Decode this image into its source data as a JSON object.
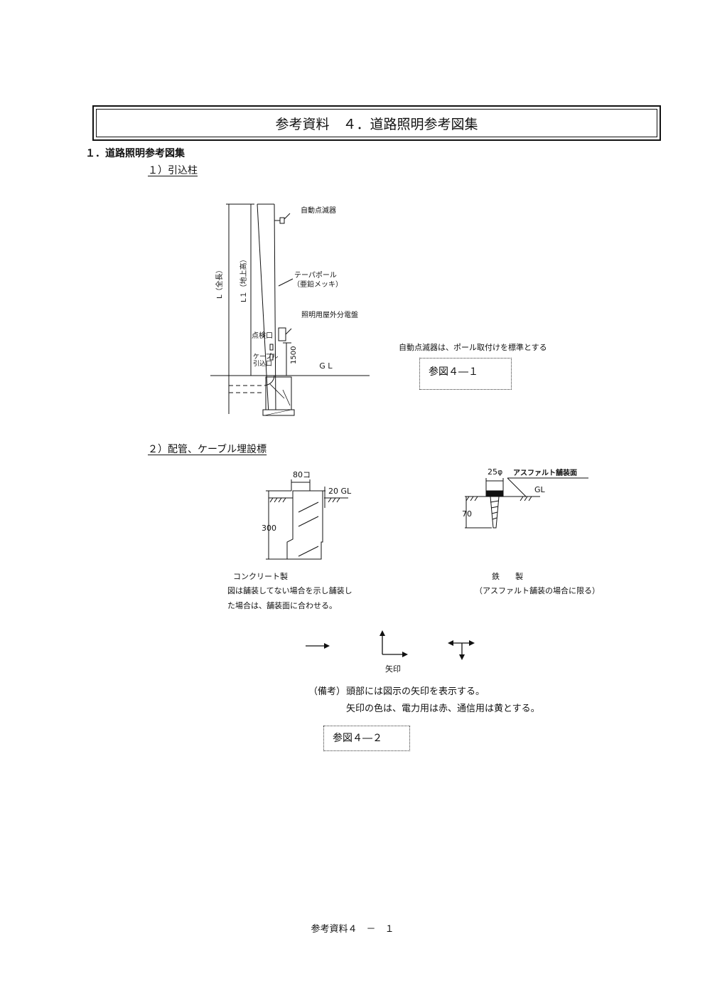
{
  "title": "参考資料　４．道路照明参考図集",
  "section": "１．道路照明参考図集",
  "sub1": "１）引込柱",
  "sub2": "２）配管、ケーブル埋設標",
  "pole": {
    "label_auto_switch": "自動点滅器",
    "label_taper_pole": "テーパポール",
    "label_zinc": "（亜鉛メッキ）",
    "label_panel": "照明用屋外分電盤",
    "label_inspection": "点検口",
    "label_cable_1": "ケーブル",
    "label_cable_2": "引込口",
    "label_L": "L（全長）",
    "label_L1": "L１（地上高）",
    "dim_1500": "1500",
    "label_gl": "ＧＬ"
  },
  "note1": "自動点滅器は、ポール取付けを標準とする",
  "ref1": "参図４―１",
  "concrete": {
    "dim_80": "80コ",
    "dim_20gl": "20 GL",
    "dim_300": "300",
    "caption": "コンクリート製",
    "desc1": "図は舗装してない場合を示し舗装し",
    "desc2": "た場合は、舗装面に合わせる。"
  },
  "iron": {
    "dim_25": "25φ",
    "label_asphalt": "アスファルト舗装面",
    "label_gl": "GL",
    "dim_70": "70",
    "caption": "鉄　　製",
    "desc": "（アスファルト舗装の場合に限る）"
  },
  "arrow_label": "矢印",
  "remark1_prefix": "（備考）",
  "remark1": "頭部には図示の矢印を表示する。",
  "remark2": "矢印の色は、電力用は赤、通信用は黄とする。",
  "ref2": "参図４―２",
  "footer": "参考資料４　－　１"
}
